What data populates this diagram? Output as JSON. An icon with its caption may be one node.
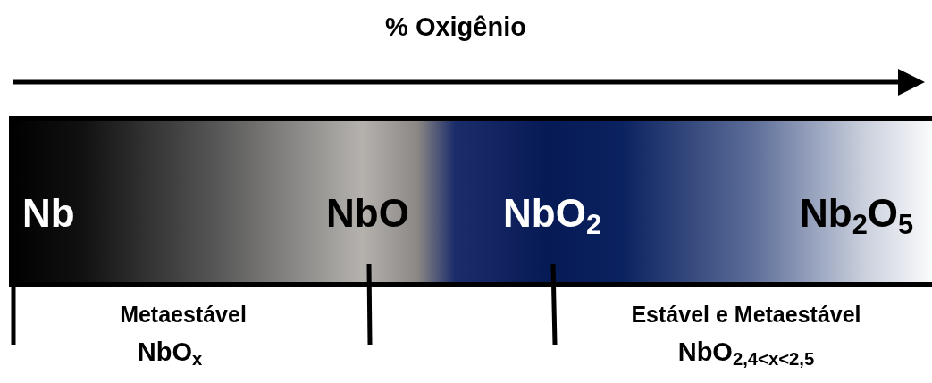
{
  "diagram": {
    "title": "% Oxigênio",
    "nodes": [
      {
        "text": [
          "Nb",
          "NbO",
          "NbO$_{2}$",
          "Nb$_{2}$O$_{5}$"
        ]
      }
    ],
    "labels": [
      "Metaestável",
      "NbO$_{x}$",
      "Estável e Metaestável",
      "NbO$_{2,4<x<2,5}$"
    ]
  }
}
